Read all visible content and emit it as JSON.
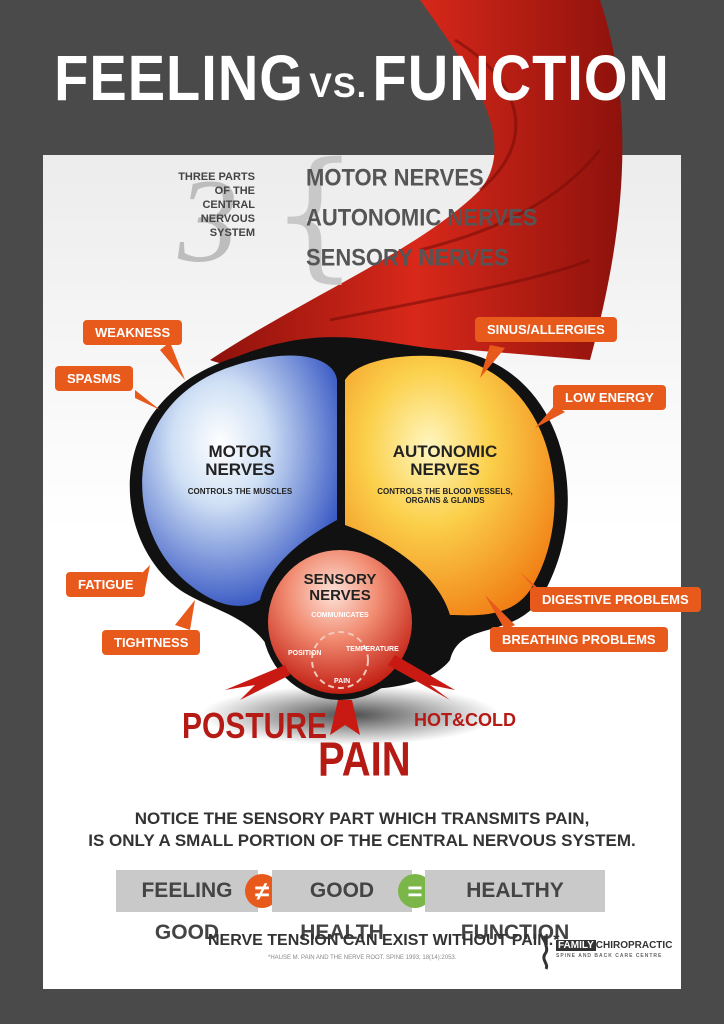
{
  "title": {
    "part1": "FEELING",
    "vs": "VS.",
    "part2": "FUNCTION"
  },
  "intro": {
    "number": "3",
    "caption_lines": [
      "THREE PARTS",
      "OF THE CENTRAL",
      "NERVOUS SYSTEM"
    ],
    "nerves": [
      "MOTOR NERVES",
      "AUTONOMIC NERVES",
      "SENSORY NERVES"
    ]
  },
  "motor": {
    "title_lines": [
      "MOTOR",
      "NERVES"
    ],
    "desc": "CONTROLS THE MUSCLES",
    "color": "#3a63c9"
  },
  "autonomic": {
    "title_lines": [
      "AUTONOMIC",
      "NERVES"
    ],
    "desc_lines": [
      "CONTROLS THE BLOOD VESSELS,",
      "ORGANS & GLANDS"
    ],
    "color": "#f4a21c"
  },
  "sensory": {
    "title_lines": [
      "SENSORY",
      "NERVES"
    ],
    "desc": "COMMUNICATES",
    "labels": [
      "POSITION",
      "TEMPERATURE",
      "PAIN"
    ],
    "color": "#e23a22"
  },
  "tags_left": [
    "WEAKNESS",
    "SPASMS",
    "FATIGUE",
    "TIGHTNESS"
  ],
  "tags_right": [
    "SINUS/ALLERGIES",
    "LOW ENERGY",
    "DIGESTIVE PROBLEMS",
    "BREATHING PROBLEMS"
  ],
  "outputs": {
    "posture": "POSTURE",
    "pain": "PAIN",
    "hotcold": "HOT&COLD"
  },
  "notice_lines": [
    "NOTICE THE SENSORY PART WHICH TRANSMITS PAIN,",
    "IS ONLY A SMALL PORTION OF THE CENTRAL NERVOUS SYSTEM."
  ],
  "equation": {
    "left": "FEELING GOOD",
    "neq": "≠",
    "middle": "GOOD HEALTH",
    "eq": "=",
    "right": "HEALTHY FUNCTION"
  },
  "footer": {
    "statement": "NERVE TENSION CAN EXIST WITHOUT PAIN.*",
    "citation": "*HAUSE M. PAIN AND THE NERVE ROOT. SPINE 1993; 18(14):2053.",
    "brand_family": "FAMILY",
    "brand_chiro": "CHIROPRACTIC",
    "brand_sub": "SPINE AND BACK CARE CENTRE"
  }
}
